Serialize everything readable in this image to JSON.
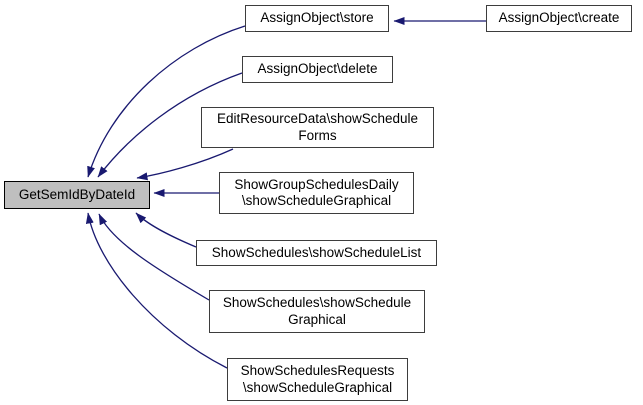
{
  "page": {
    "background": "#ffffff"
  },
  "diagram": {
    "type": "doxygen-caller-graph",
    "colors": {
      "edge": "#191970",
      "focus_node_fill": "#bfbfbf",
      "node_fill": "#ffffff",
      "node_border": "#3d3d3d",
      "text": "#000000"
    },
    "nodes": {
      "getsemidbydateid": {
        "label": "GetSemIdByDateId",
        "focus": true
      },
      "assignobject_store": {
        "label": "AssignObject\\store"
      },
      "assignobject_create": {
        "label": "AssignObject\\create"
      },
      "assignobject_delete": {
        "label": "AssignObject\\delete"
      },
      "editresourcedata_showscheduleforms": {
        "label": "EditResourceData\\showSchedule\nForms"
      },
      "showgroupschedulesdaily_showschedulegraphical": {
        "label": "ShowGroupSchedulesDaily\n\\showScheduleGraphical"
      },
      "showschedules_showschedulelist": {
        "label": "ShowSchedules\\showScheduleList"
      },
      "showschedules_showschedulegraphical": {
        "label": "ShowSchedules\\showSchedule\nGraphical"
      },
      "showschedulesrequests_showschedulegraphical": {
        "label": "ShowSchedulesRequests\n\\showScheduleGraphical"
      }
    },
    "edges": [
      {
        "from": "assignobject_create",
        "to": "assignobject_store"
      },
      {
        "from": "assignobject_store",
        "to": "getsemidbydateid"
      },
      {
        "from": "assignobject_delete",
        "to": "getsemidbydateid"
      },
      {
        "from": "editresourcedata_showscheduleforms",
        "to": "getsemidbydateid"
      },
      {
        "from": "showgroupschedulesdaily_showschedulegraphical",
        "to": "getsemidbydateid"
      },
      {
        "from": "showschedules_showschedulelist",
        "to": "getsemidbydateid"
      },
      {
        "from": "showschedules_showschedulegraphical",
        "to": "getsemidbydateid"
      },
      {
        "from": "showschedulesrequests_showschedulegraphical",
        "to": "getsemidbydateid"
      }
    ]
  }
}
